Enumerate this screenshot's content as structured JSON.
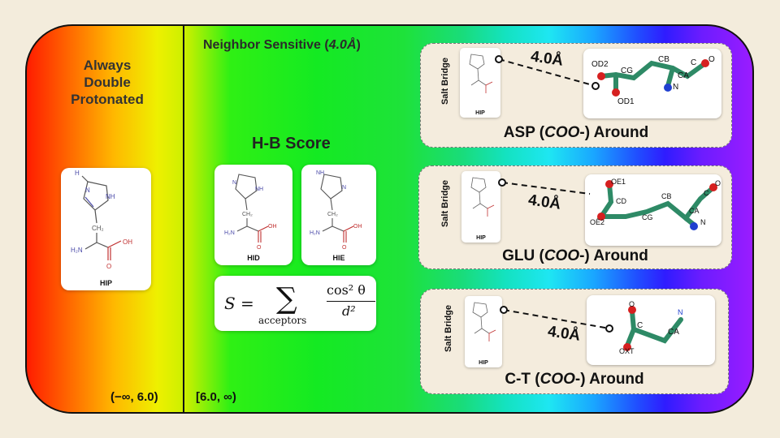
{
  "left": {
    "title_lines": [
      "Always",
      "Double",
      "Protonated"
    ],
    "card_label": "HIP",
    "range": "(−∞, 6.0)"
  },
  "right": {
    "title_prefix": "Neighbor Sensitive (",
    "title_value": "4.0Å",
    "title_suffix": ")",
    "range": "[6.0, ∞)",
    "hb_title": "H-B Score",
    "hid_label": "HID",
    "hie_label": "HIE",
    "formula": {
      "lhs": "S =",
      "sum": "∑",
      "sub": "acceptors",
      "numerator": "cos² θ",
      "denominator": "d²"
    }
  },
  "bridges": [
    {
      "salt_label": "Salt Bridge",
      "mini_label": "HIP",
      "distance": "4.0Å",
      "caption_name": "ASP (",
      "caption_italic": "COO",
      "caption_tail": "-) Around",
      "atoms": [
        "OD2",
        "CG",
        "CB",
        "CA",
        "C",
        "O",
        "N",
        "OD1"
      ]
    },
    {
      "salt_label": "Salt Bridge",
      "mini_label": "HIP",
      "distance": "4.0Å",
      "caption_name": "GLU (",
      "caption_italic": "COO",
      "caption_tail": "-) Around",
      "atoms": [
        "OE1",
        "CD",
        "CG",
        "CB",
        "CA",
        "C",
        "O",
        "N",
        "OE2"
      ]
    },
    {
      "salt_label": "Salt Bridge",
      "mini_label": "HIP",
      "distance": "4.0Å",
      "caption_name": "C-T (",
      "caption_italic": "COO",
      "caption_tail": "-) Around",
      "atoms": [
        "O",
        "C",
        "CA",
        "N",
        "OXT"
      ]
    }
  ],
  "molecule_labels": {
    "h": "H",
    "nh": "NH",
    "n": "N",
    "ch2": "CH₂",
    "h2n": "H₂N",
    "oh": "OH",
    "o": "O"
  },
  "colors": {
    "carbon": "#2e8a66",
    "oxygen": "#d62020",
    "nitrogen": "#2040d0",
    "border": "#111111"
  }
}
